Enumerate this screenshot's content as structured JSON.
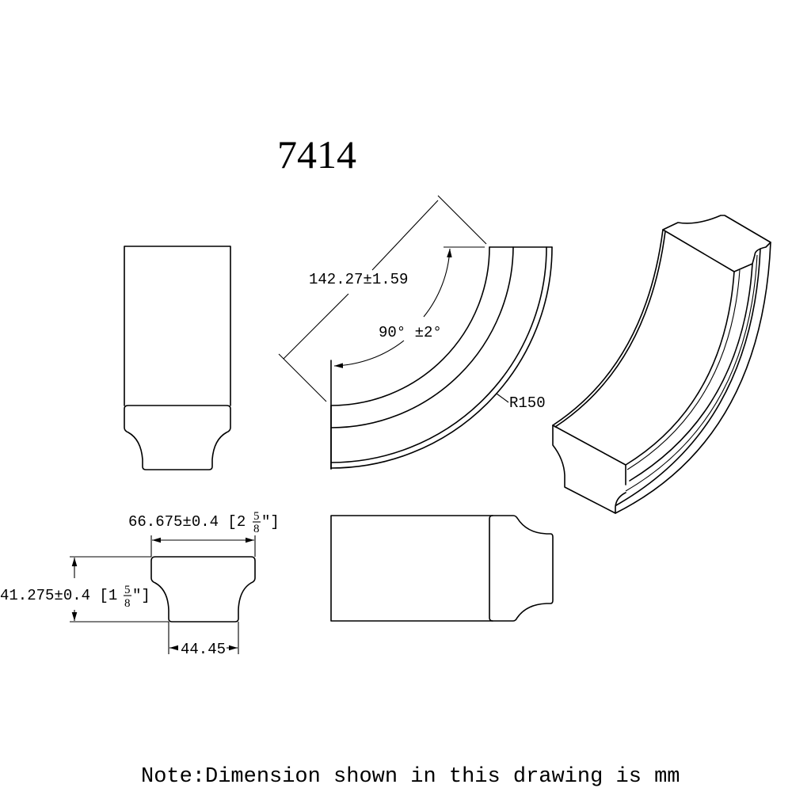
{
  "title": "7414",
  "note": "Note:Dimension shown in this drawing is mm",
  "dimensions": {
    "arc_length": "142.27±1.59",
    "angle": "90°  ±2°",
    "radius": "R150",
    "width": {
      "text": "66.675±0.4 [2",
      "frac_num": "5",
      "frac_den": "8",
      "suffix": "″]"
    },
    "height": {
      "text": "41.275±0.4 [1",
      "frac_num": "5",
      "frac_den": "8",
      "suffix": "″]"
    },
    "base_width": "44.45"
  }
}
